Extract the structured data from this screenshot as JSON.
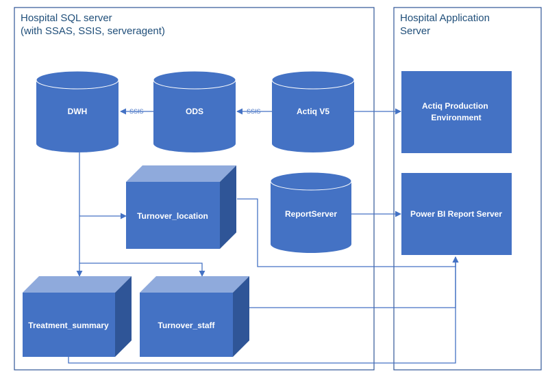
{
  "regions": {
    "sql_server": {
      "title": "Hospital SQL server\n(with SSAS, SSIS, serveragent)"
    },
    "app_server": {
      "title": "Hospital Application\nServer"
    }
  },
  "nodes": {
    "dwh": "DWH",
    "ods": "ODS",
    "actiq_v5": "Actiq V5",
    "actiq_prod": [
      "Actiq Production",
      "Environment"
    ],
    "turnover_location": "Turnover_location",
    "report_server": "ReportServer",
    "power_bi": "Power BI Report Server",
    "treatment_summary": "Treatment_summary",
    "turnover_staff": "Turnover_staff"
  },
  "edges": {
    "ods_to_dwh": "SSIS",
    "actiq_to_ods": "SSIS"
  },
  "colors": {
    "node_fill": "#4472c4",
    "node_dark": "#2f5597",
    "node_light": "#8faadc",
    "line": "#4472c4",
    "border": "#2f5597"
  }
}
